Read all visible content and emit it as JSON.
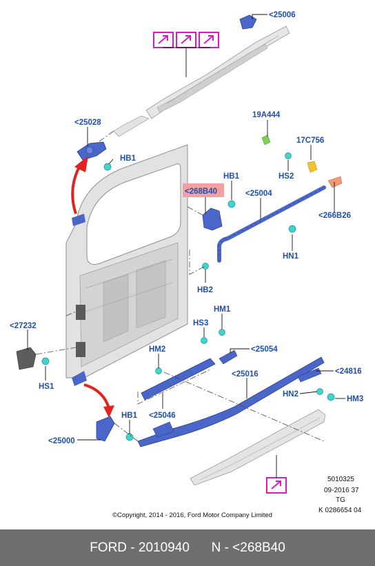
{
  "callouts": {
    "c25006": "<25006",
    "c25028": "<25028",
    "hb1_top": "HB1",
    "c19A444": "19A444",
    "c17C756": "17C756",
    "hs2": "HS2",
    "c268B40": "<268B40",
    "hb1_mid": "HB1",
    "c25004": "<25004",
    "c266B26": "<266B26",
    "hn1": "HN1",
    "hb2": "HB2",
    "c27232": "<27232",
    "hs1": "HS1",
    "hm1": "HM1",
    "hs3": "HS3",
    "c25054": "<25054",
    "hm2": "HM2",
    "c25016": "<25016",
    "c24816": "<24816",
    "hn2": "HN2",
    "hm3": "HM3",
    "c25046": "<25046",
    "hb1_low": "HB1",
    "c25000": "<25000"
  },
  "meta": {
    "line1": "5010325",
    "line2": "09-2016 37",
    "line3": "TG",
    "line4": "K 0286654 04"
  },
  "copyright": "©Copyright, 2014 - 2016, Ford Motor Company Limited",
  "footer": {
    "left": "FORD - 2010940",
    "right": "N - <268B40"
  },
  "colors": {
    "part_blue": "#4a66c8",
    "fastener_teal": "#3fd4cf",
    "door_grey": "#d6d6d6",
    "magenta_box": "#d81bbf",
    "highlight": "#f3a0a0",
    "callout_text": "#1f4fa8",
    "arrow_red": "#e0231d",
    "footer_bg": "#6f6f6f"
  },
  "icons": [
    "detail-view-icon",
    "detail-view-icon",
    "detail-view-icon",
    "detail-view-icon"
  ]
}
